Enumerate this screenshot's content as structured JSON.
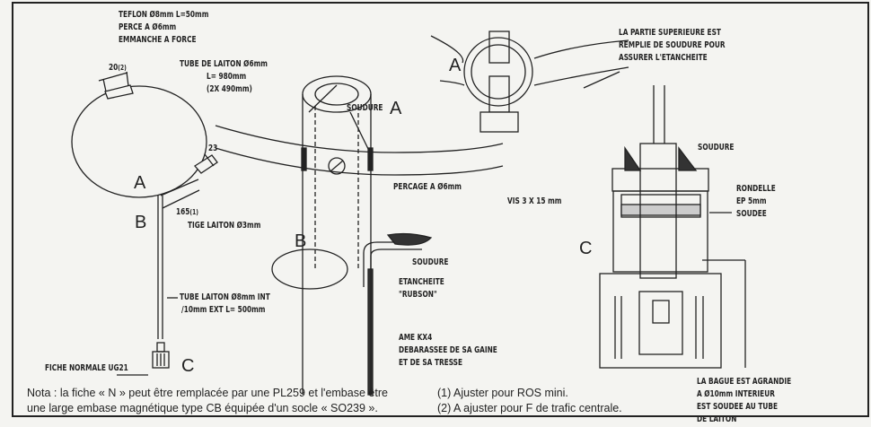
{
  "left": {
    "teflon": [
      "TEFLON Ø8mm L=50mm",
      "PERCE A Ø6mm",
      "EMMANCHE A FORCE"
    ],
    "tube_laiton": [
      "TUBE DE LAITON Ø6mm",
      "L= 980mm",
      "(2X 490mm)"
    ],
    "dim_20": "20",
    "dim_20_ref": "(2)",
    "dim_23": "23",
    "dim_165": "165",
    "dim_165_ref": "(1)",
    "label_a": "A",
    "label_b": "B",
    "label_c": "C",
    "tige": "TIGE LAITON Ø3mm",
    "tube_ext": [
      "TUBE LAITON Ø8mm INT",
      "/10mm EXT L= 500mm"
    ],
    "fiche": "FICHE NORMALE UG21"
  },
  "middle": {
    "soudure_top": "SOUDURE",
    "label_a": "A",
    "label_b": "B",
    "percage": "PERCAGE A Ø6mm",
    "soudure": "SOUDURE",
    "etancheite": [
      "ETANCHEITE",
      "\"RUBSON\""
    ],
    "ame": [
      "AME KX4",
      "DEBARASSEE DE SA GAINE",
      "ET DE SA TRESSE"
    ]
  },
  "top_right": {
    "label_a": "A",
    "partie": [
      "LA PARTIE SUPERIEURE EST",
      "REMPLIE DE SOUDURE POUR",
      "ASSURER L'ETANCHEITE"
    ],
    "vis": "VIS 3 X 15 mm"
  },
  "right": {
    "label_c": "C",
    "soudure": "SOUDURE",
    "rondelle": [
      "RONDELLE",
      "EP 5mm",
      "SOUDEE"
    ],
    "bague": [
      "LA BAGUE EST AGRANDIE",
      "A Ø10mm INTERIEUR",
      "EST SOUDEE AU TUBE",
      "DE LAITON"
    ]
  },
  "notes": {
    "nota": [
      "Nota : la fiche « N » peut être remplacée par une PL259 et l'embase être",
      "une large embase magnétique type CB équipée d'un socle « SO239 »."
    ],
    "footnotes": [
      "(1) Ajuster pour ROS mini.",
      "(2) A ajuster pour F de trafic centrale."
    ]
  }
}
